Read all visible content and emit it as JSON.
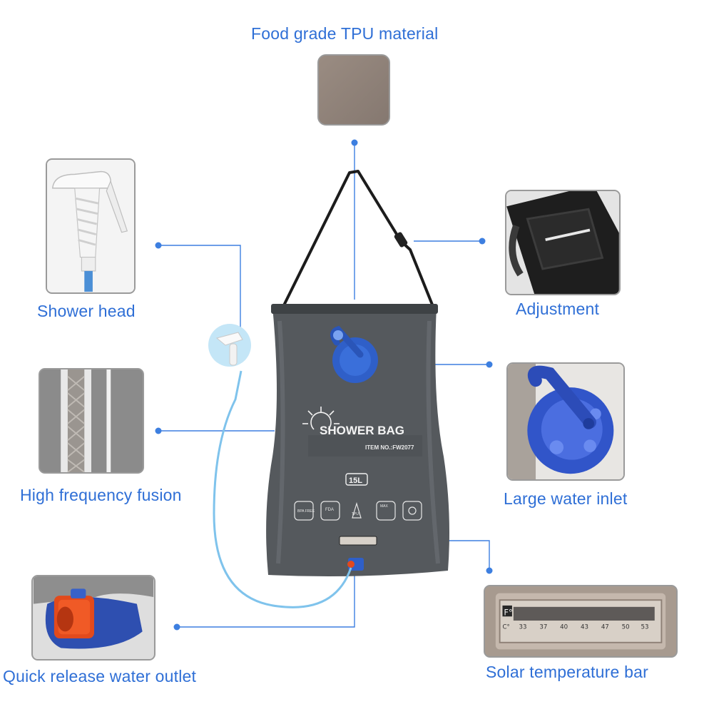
{
  "features": {
    "material": {
      "label": "Food grade TPU material",
      "icon": "tpu-swatch-icon"
    },
    "shower_head": {
      "label": "Shower head",
      "icon": "shower-head-icon"
    },
    "adjustment": {
      "label": "Adjustment",
      "icon": "strap-buckle-icon"
    },
    "fusion": {
      "label": "High frequency fusion",
      "icon": "welded-seam-icon"
    },
    "water_inlet": {
      "label": "Large water inlet",
      "icon": "water-inlet-cap-icon"
    },
    "water_outlet": {
      "label": "Quick release water outlet",
      "icon": "water-outlet-valve-icon"
    },
    "temp_bar": {
      "label": "Solar temperature bar",
      "icon": "thermometer-strip-icon"
    }
  },
  "bag": {
    "title": "SHOWER BAG",
    "item_no": "ITEM NO.:FW2077",
    "capacity": "15L",
    "badges": [
      "BPA FREE",
      "FDA",
      "TPU",
      "MAX",
      "SUN"
    ]
  },
  "thermometer": {
    "unit_top": "F°",
    "unit_bottom": "C°",
    "scale": [
      "33",
      "37",
      "40",
      "43",
      "47",
      "50",
      "53"
    ]
  },
  "colors": {
    "accent": "#2f6fd6",
    "bag": "#53585c",
    "hose": "#7fc3ec",
    "swatch": "#8f8177"
  }
}
